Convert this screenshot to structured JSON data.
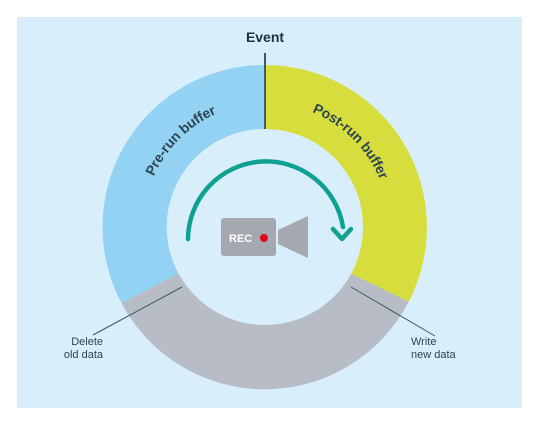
{
  "diagram": {
    "event_label": "Event",
    "pre_run_label": "Pre-run buffer",
    "post_run_label": "Post-run buffer",
    "delete_label_line1": "Delete",
    "delete_label_line2": "old data",
    "write_label_line1": "Write",
    "write_label_line2": "new data",
    "rec_label": "REC",
    "colors": {
      "background": "#d9eefb",
      "pre_run": "#93d2f3",
      "post_run": "#d7dd3c",
      "idle": "#b8bcc6",
      "arrow": "#0ea192",
      "camera": "#a5a8af",
      "rec_dot": "#e3061c",
      "marker_line": "#3f5a63"
    },
    "icons": [
      "curved-arrow-icon",
      "video-camera-icon"
    ]
  }
}
